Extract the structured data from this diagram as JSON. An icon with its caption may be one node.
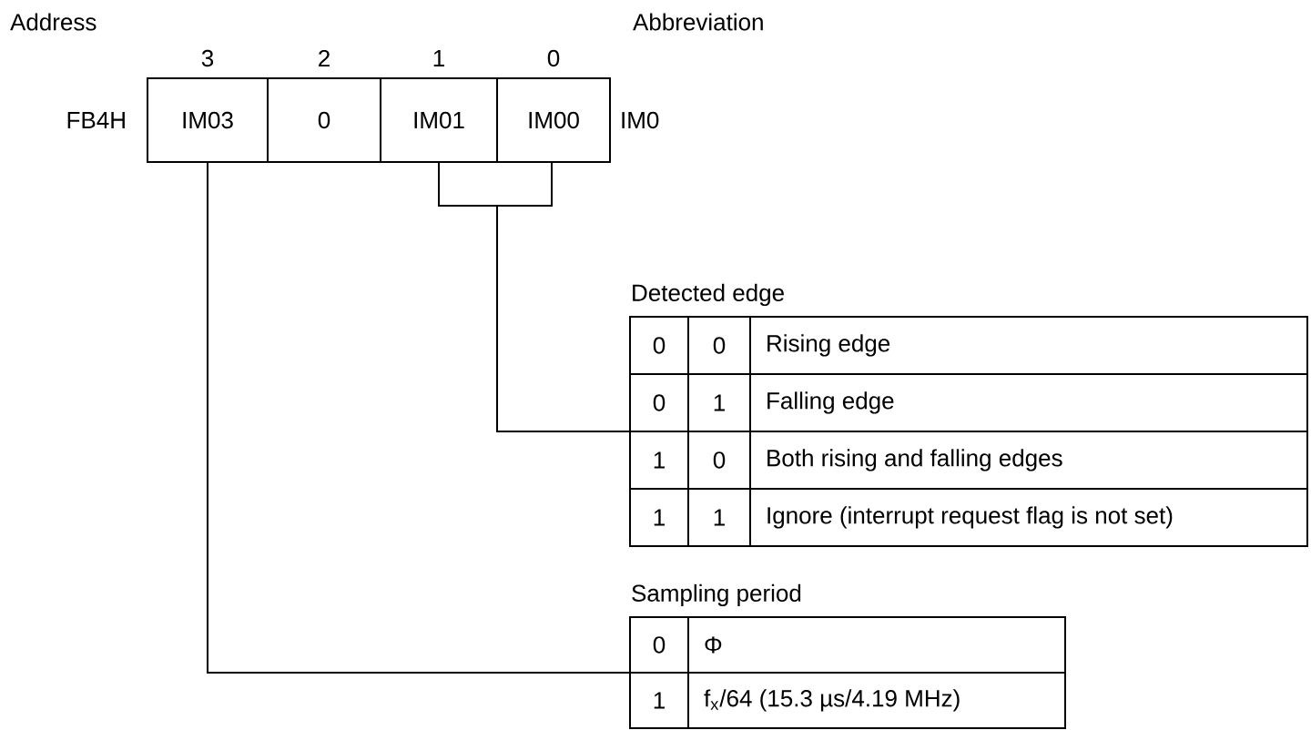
{
  "diagram": {
    "nodes": [
      {
        "text": [
          "IM03"
        ]
      },
      {
        "text": [
          "0"
        ]
      },
      {
        "text": [
          "IM01"
        ]
      },
      {
        "text": [
          "IM00"
        ]
      },
      {
        "text": [
          "Detected edge",
          "0",
          "0",
          "Rising edge",
          "0",
          "1",
          "Falling edge",
          "1",
          "0",
          "Both rising and falling edges",
          "1",
          "1",
          "Ignore (interrupt request flag is not set)"
        ]
      },
      {
        "text": [
          "Sampling period",
          "0",
          "Φ",
          "1",
          "f$_{x}$/64 (15.3 µs/4.19 MHz)"
        ]
      }
    ],
    "edges": [
      {
        "from": 2,
        "to": 4,
        "arrow": "none"
      },
      {
        "from": 3,
        "to": 4,
        "arrow": "none"
      },
      {
        "from": 0,
        "to": 5,
        "arrow": "none"
      }
    ],
    "labels": [
      "Address",
      "Abbreviation",
      "3",
      "2",
      "1",
      "0",
      "FB4H",
      "IM0"
    ]
  }
}
